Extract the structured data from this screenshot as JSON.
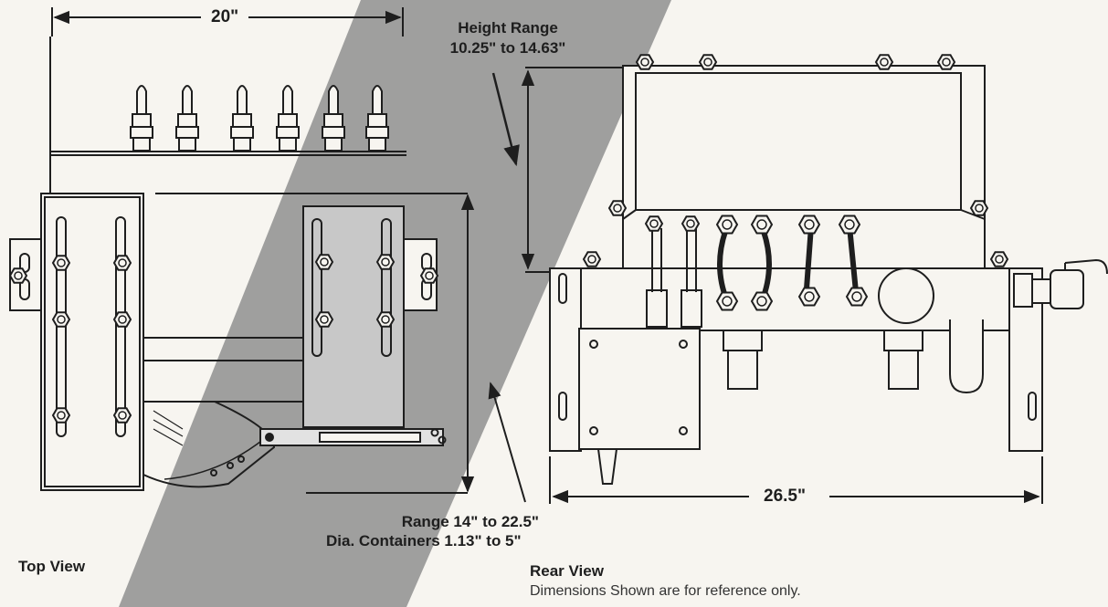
{
  "top_view": {
    "title": "Top View",
    "width_dim": "20\"",
    "range_label_line1": "Range 14\" to 22.5\"",
    "range_label_line2": "Dia. Containers 1.13\" to 5\""
  },
  "rear_view": {
    "title": "Rear View",
    "height_label_line1": "Height Range",
    "height_label_line2": "10.25\" to 14.63\"",
    "width_dim": "26.5\"",
    "footnote": "Dimensions Shown are for reference only."
  },
  "colors": {
    "background": "#f7f5f0",
    "line": "#1e1e1e",
    "shading": "#8f8f8f"
  }
}
